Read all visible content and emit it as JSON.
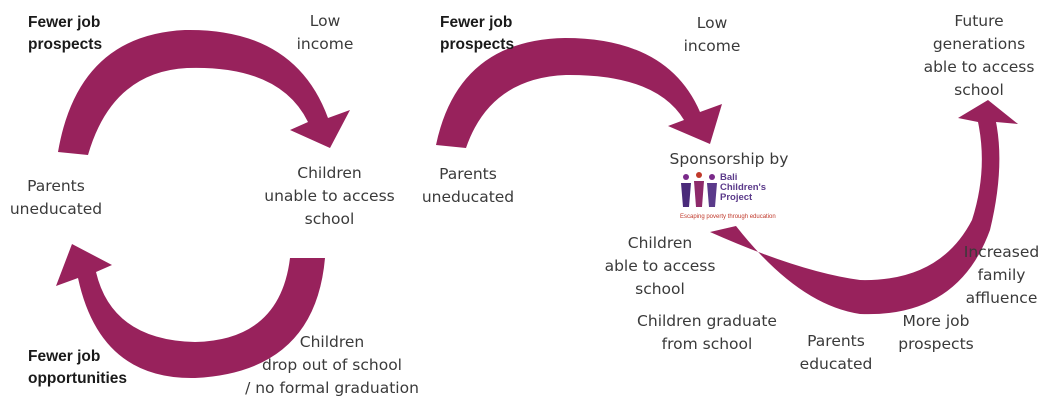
{
  "colors": {
    "arrow": "#98225c",
    "text": "#3a3a3a"
  },
  "left_cycle": {
    "fewer_job_prospects": "Fewer job\nprospects",
    "low_income": "Low\nincome",
    "parents_uneducated": "Parents\nuneducated",
    "children_unable": "Children\nunable to access\nschool",
    "fewer_job_opportunities": "Fewer job\nopportunities",
    "children_drop_out": "Children\ndrop out of school\n/ no formal graduation"
  },
  "right_cycle": {
    "fewer_job_prospects": "Fewer job\nprospects",
    "low_income": "Low\nincome",
    "parents_uneducated": "Parents\nuneducated",
    "sponsorship_by": "Sponsorship by",
    "children_able": "Children\nable to access\nschool",
    "children_graduate": "Children graduate\nfrom school",
    "parents_educated": "Parents\neducated",
    "more_job_prospects": "More job\nprospects",
    "increased_affluence": "Increased\nfamily\naffluence",
    "future_generations": "Future\ngenerations\nable to access\nschool"
  },
  "logo": {
    "name": "Bali\nChildren's\nProject",
    "tagline": "Escaping poverty through education"
  }
}
